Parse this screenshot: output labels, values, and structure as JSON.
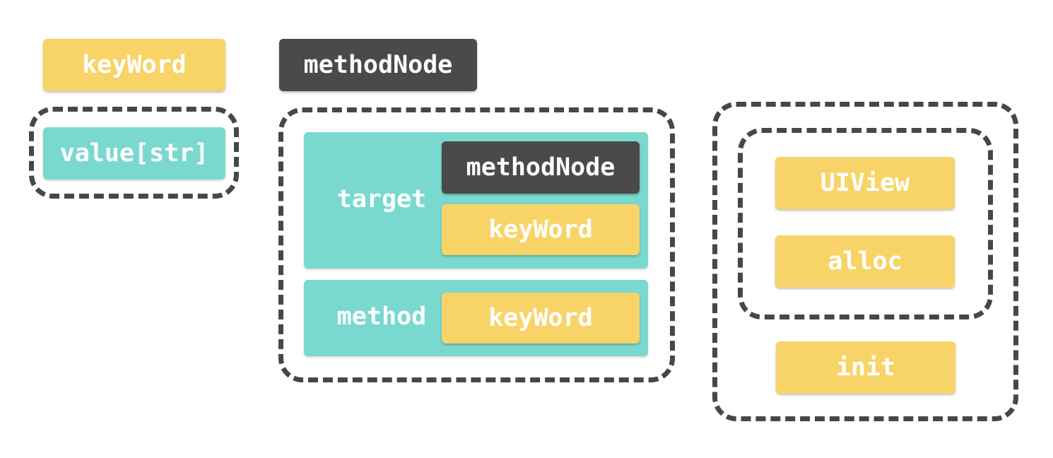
{
  "left": {
    "header_label": "keyWord",
    "value_label": "value[str]"
  },
  "middle": {
    "header_label": "methodNode",
    "target_label": "target",
    "target_node_label": "methodNode",
    "target_keyword_label": "keyWord",
    "method_label": "method",
    "method_keyword_label": "keyWord"
  },
  "right": {
    "item1_label": "UIView",
    "item2_label": "alloc",
    "item3_label": "init"
  },
  "colors": {
    "keyword": "#f8d468",
    "method_node": "#4a4a4a",
    "value": "#7ad9cf",
    "dashed_border": "#474747"
  }
}
